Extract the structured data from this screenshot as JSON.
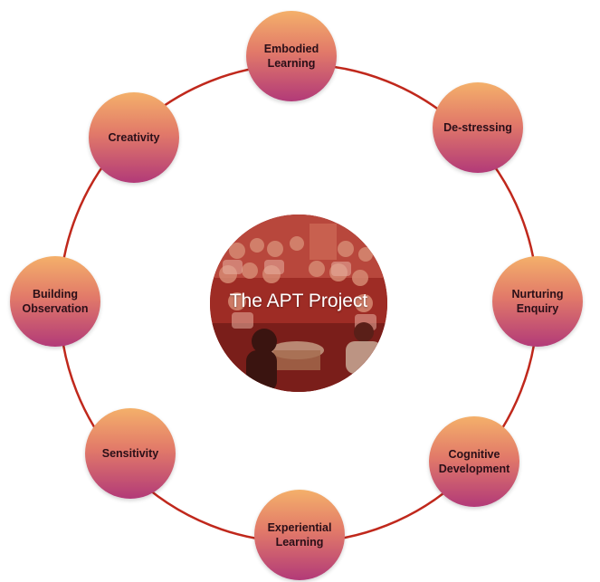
{
  "diagram": {
    "center": {
      "title": "The APT Project"
    },
    "nodes": [
      {
        "label": "Embodied\nLearning"
      },
      {
        "label": "De-stressing"
      },
      {
        "label": "Nurturing\nEnquiry"
      },
      {
        "label": "Cognitive\nDevelopment"
      },
      {
        "label": "Experiential\nLearning"
      },
      {
        "label": "Sensitivity"
      },
      {
        "label": "Building\nObservation"
      },
      {
        "label": "Creativity"
      }
    ],
    "colors": {
      "ring": "#c0281c",
      "node_top": "#f4b06a",
      "node_bottom": "#b23a78",
      "hub_tint": "#9a2a22"
    }
  }
}
